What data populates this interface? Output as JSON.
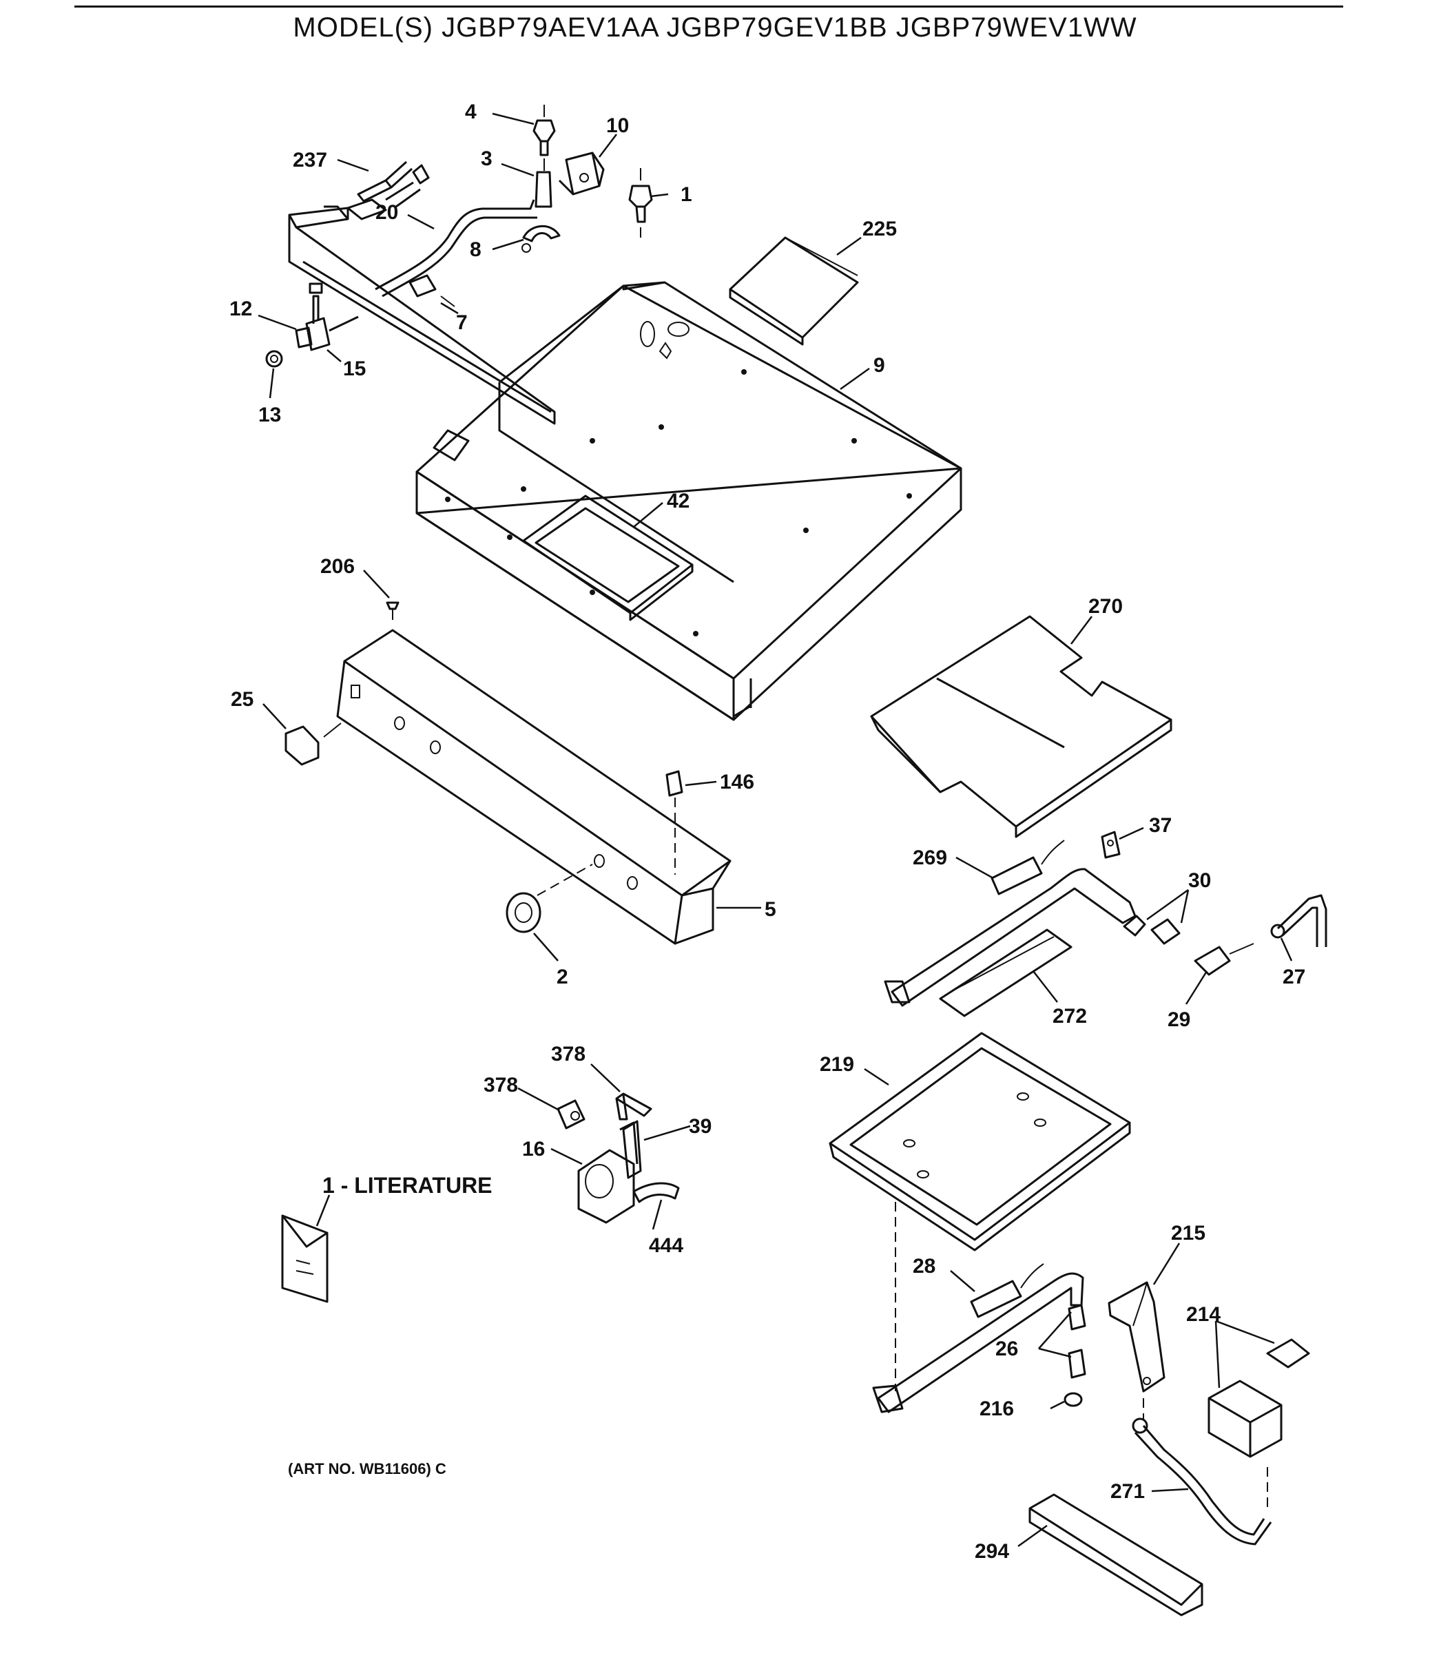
{
  "header": {
    "title": "MODEL(S) JGBP79AEV1AA  JGBP79GEV1BB  JGBP79WEV1WW"
  },
  "callouts": {
    "p4": "4",
    "p10": "10",
    "p237": "237",
    "p3": "3",
    "p1": "1",
    "p20": "20",
    "p8": "8",
    "p225": "225",
    "p12": "12",
    "p7": "7",
    "p15": "15",
    "p13": "13",
    "p9": "9",
    "p42": "42",
    "p206": "206",
    "p270": "270",
    "p25": "25",
    "p146": "146",
    "p37": "37",
    "p269": "269",
    "p30": "30",
    "p5": "5",
    "p2": "2",
    "p27": "27",
    "p272": "272",
    "p29": "29",
    "p378a": "378",
    "p378b": "378",
    "p219": "219",
    "p39": "39",
    "p16": "16",
    "p444": "444",
    "p215": "215",
    "p28": "28",
    "p214": "214",
    "p26": "26",
    "p216": "216",
    "p271": "271",
    "p294": "294"
  },
  "literature_label": "1 - LITERATURE",
  "art_number": "(ART NO. WB11606) C"
}
